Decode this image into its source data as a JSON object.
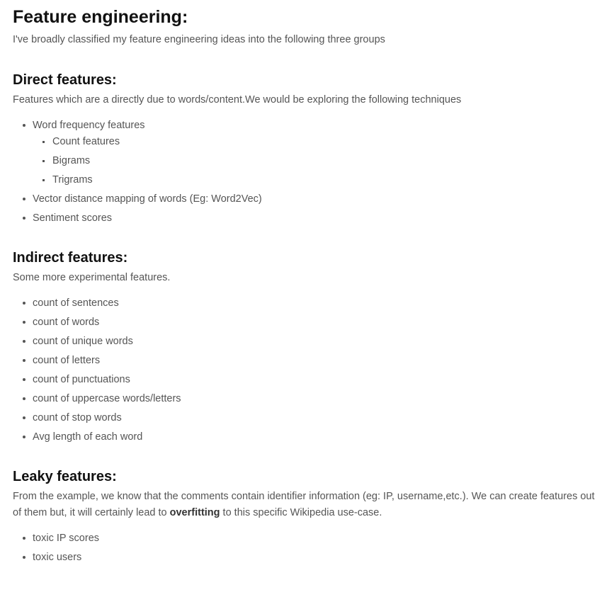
{
  "title": "Feature engineering:",
  "intro": "I've broadly classified my feature engineering ideas into the following three groups",
  "direct": {
    "heading": "Direct features:",
    "description": "Features which are a directly due to words/content.We would be exploring the following techniques",
    "items": [
      {
        "label": "Word frequency features",
        "subitems": [
          "Count features",
          "Bigrams",
          "Trigrams"
        ]
      },
      {
        "label": "Vector distance mapping of words (Eg: Word2Vec)"
      },
      {
        "label": "Sentiment scores"
      }
    ]
  },
  "indirect": {
    "heading": "Indirect features:",
    "description": "Some more experimental features.",
    "items": [
      "count of sentences",
      "count of words",
      "count of unique words",
      "count of letters",
      "count of punctuations",
      "count of uppercase words/letters",
      "count of stop words",
      "Avg length of each word"
    ]
  },
  "leaky": {
    "heading": "Leaky features:",
    "description_before": "From the example, we know that the comments contain identifier information (eg: IP, username,etc.). We can create features out of them but, it will certainly lead to ",
    "description_bold": "overfitting",
    "description_after": " to this specific Wikipedia use-case.",
    "items": [
      "toxic IP scores",
      "toxic users"
    ]
  }
}
